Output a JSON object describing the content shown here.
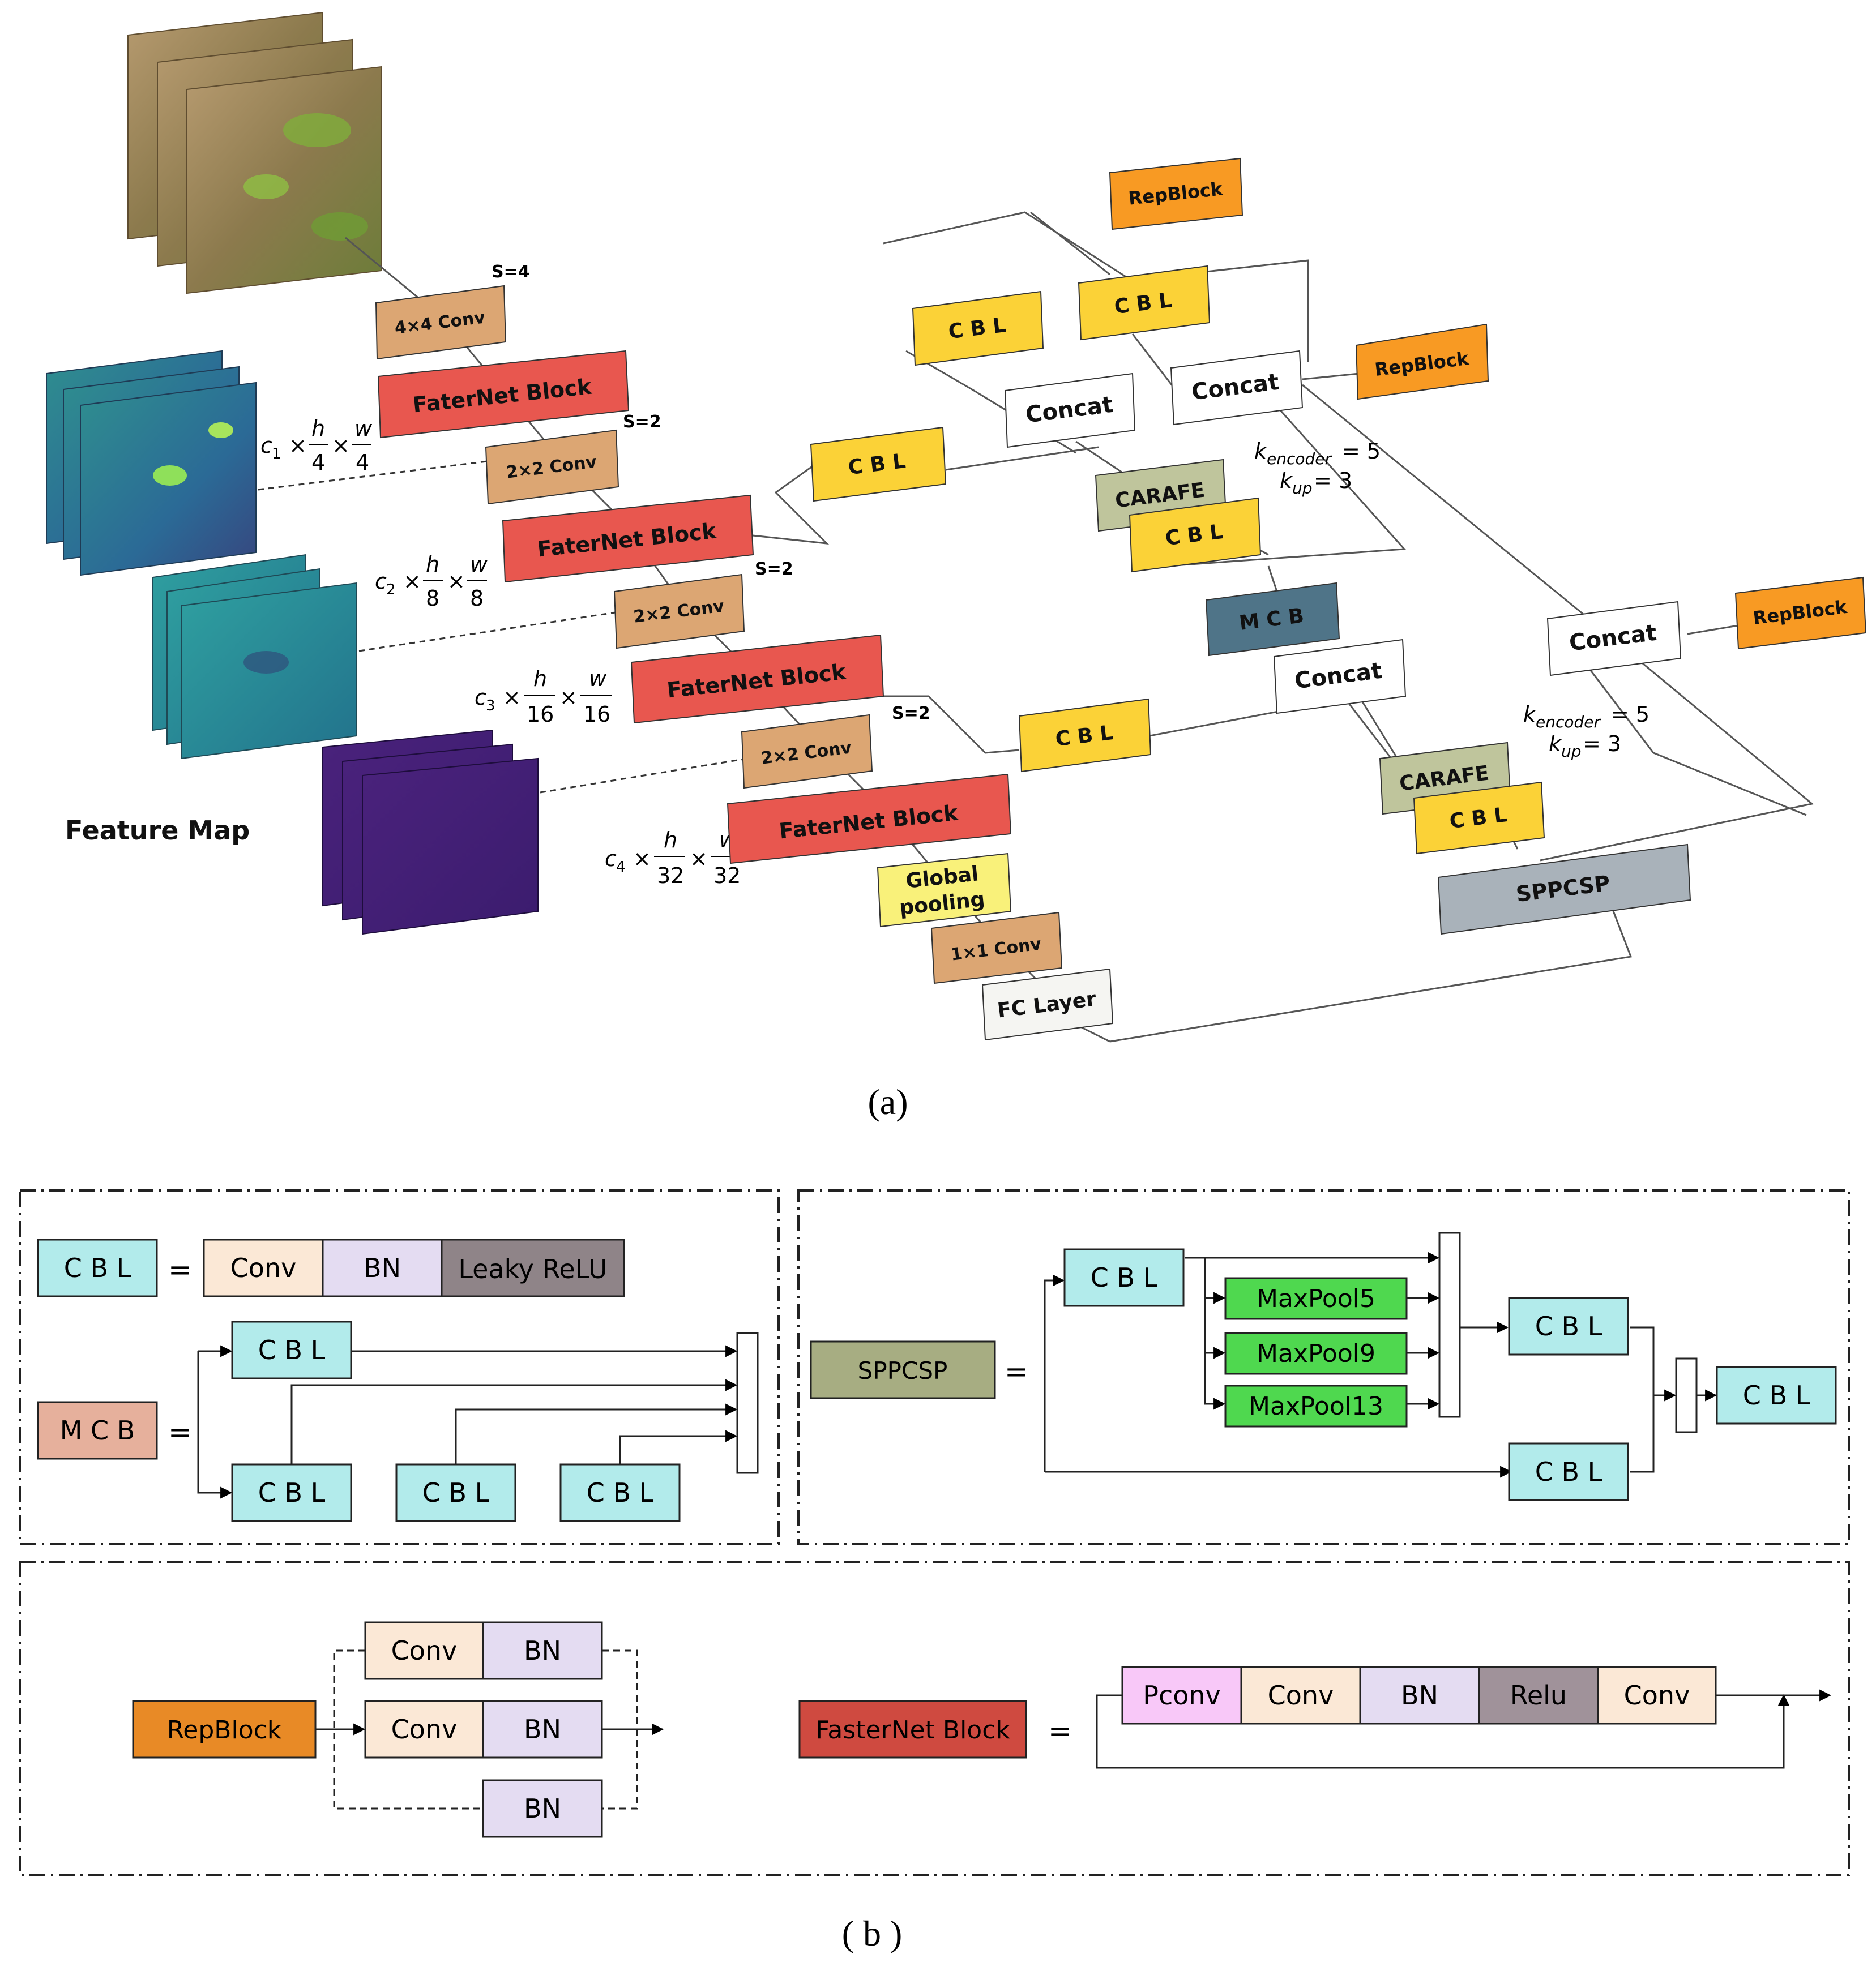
{
  "panel_a": {
    "caption": "(a)",
    "feature_map_label": "Feature Map",
    "backbone": {
      "conv1": "4×4 Conv",
      "conv1_stride": "S=4",
      "block1": "FaterNet Block",
      "conv2": "2×2 Conv",
      "conv2_stride": "S=2",
      "block2": "FaterNet Block",
      "conv3": "2×2 Conv",
      "conv3_stride": "S=2",
      "block3": "FaterNet Block",
      "conv4": "2×2 Conv",
      "conv4_stride": "S=2",
      "block4": "FaterNet Block",
      "global_pooling_1": "Global",
      "global_pooling_2": "pooling",
      "conv_1x1": "1×1 Conv",
      "fc_layer": "FC Layer"
    },
    "dims": {
      "c1": {
        "c": "c",
        "sub": "1",
        "h": "h",
        "hden": "4",
        "w": "w",
        "wden": "4"
      },
      "c2": {
        "c": "c",
        "sub": "2",
        "h": "h",
        "hden": "8",
        "w": "w",
        "wden": "8"
      },
      "c3": {
        "c": "c",
        "sub": "3",
        "h": "h",
        "hden": "16",
        "w": "w",
        "wden": "16"
      },
      "c4": {
        "c": "c",
        "sub": "4",
        "h": "h",
        "hden": "32",
        "w": "w",
        "wden": "32"
      }
    },
    "neck": {
      "repblock_top": "RepBlock",
      "cbl_top_left": "C B L",
      "cbl_top_right": "C B L",
      "concat_left": "Concat",
      "concat_right": "Concat",
      "repblock_right": "RepBlock",
      "cbl_mid": "C B L",
      "carafe_1": "CARAFE",
      "cbl_after_carafe_1": "C B L",
      "mcb": "M C B",
      "concat_mid": "Concat",
      "cbl_low": "C B L",
      "concat_far": "Concat",
      "repblock_far": "RepBlock",
      "carafe_2": "CARAFE",
      "cbl_after_carafe_2": "C B L",
      "sppcsp": "SPPCSP"
    },
    "params_1": {
      "k": "k",
      "enc": "encoder",
      "enc_val": "= 5",
      "kup": "up",
      "kup_val": "= 3"
    },
    "params_2": {
      "k": "k",
      "enc": "encoder",
      "enc_val": "= 5",
      "kup": "up",
      "kup_val": "= 3"
    }
  },
  "panel_b": {
    "caption": "( b )",
    "cbl_def": {
      "name": "C B L",
      "eq": "=",
      "parts": [
        "Conv",
        "BN",
        "Leaky ReLU"
      ]
    },
    "mcb_def": {
      "name": "M C B",
      "eq": "=",
      "cbl": "C B L"
    },
    "sppcsp_def": {
      "name": "SPPCSP",
      "eq": "=",
      "cbl": "C B L",
      "pools": [
        "MaxPool5",
        "MaxPool9",
        "MaxPool13"
      ]
    },
    "repblock_def": {
      "name": "RepBlock",
      "conv": "Conv",
      "bn": "BN"
    },
    "fasternet_def": {
      "name": "FasterNet Block",
      "eq": "=",
      "parts": [
        "Pconv",
        "Conv",
        "BN",
        "Relu",
        "Conv"
      ]
    }
  },
  "colors": {
    "cbl_yellow": "#fbd237",
    "fasternet_red": "#e8574f",
    "conv_tan": "#dca673",
    "repblock_orange": "#f89a23",
    "carafe_sage": "#bfc59c",
    "mcb_steel": "#4f7488",
    "sppcsp_gray": "#a9b2ba",
    "pool_yellow": "#f9f17a",
    "fc_white": "#f5f5f2",
    "b_cbl_cyan": "#b2ebeb",
    "b_conv_peach": "#fbe8d6",
    "b_bn_lavender": "#e4dcf2",
    "b_leaky_mauve": "#8f8488",
    "b_mcb_rose": "#e6b09c",
    "b_sppcsp_olive": "#a7ad82",
    "b_maxpool_green": "#4fd84f",
    "b_repblock_orange": "#e88a26",
    "b_fasternet_red": "#cf4a40",
    "b_pconv_pink": "#f8c8f8",
    "b_relu_mauve": "#a0929a"
  }
}
